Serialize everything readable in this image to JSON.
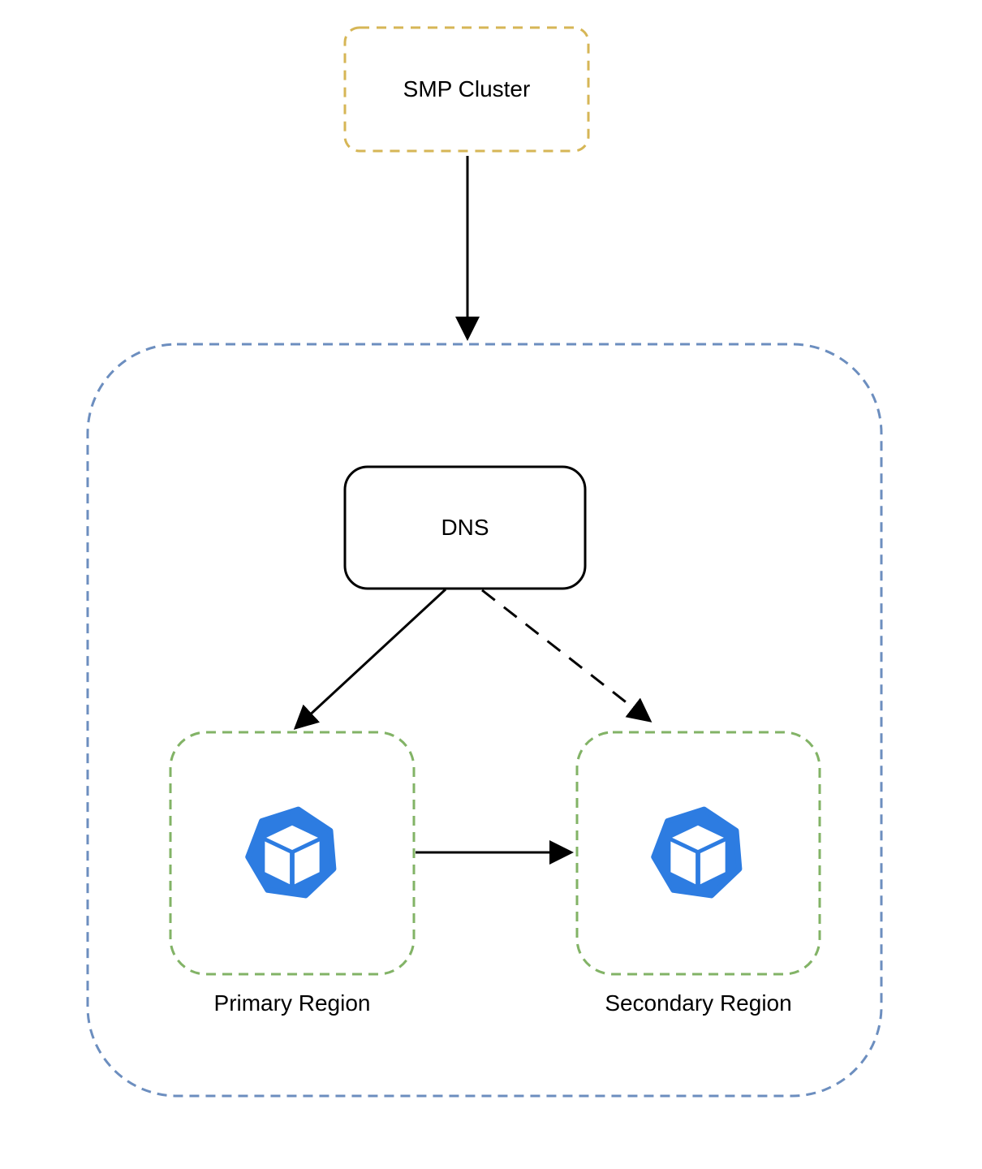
{
  "diagram": {
    "nodes": {
      "smp_cluster": "SMP Cluster",
      "dns": "DNS",
      "primary_region": "Primary Region",
      "secondary_region": "Secondary Region"
    },
    "edges": [
      {
        "from": "smp_cluster",
        "to": "dns_container",
        "style": "solid",
        "label": ""
      },
      {
        "from": "dns",
        "to": "primary_region",
        "style": "solid",
        "label": ""
      },
      {
        "from": "dns",
        "to": "secondary_region",
        "style": "dashed",
        "label": ""
      },
      {
        "from": "primary_region",
        "to": "secondary_region",
        "style": "solid",
        "label": ""
      }
    ],
    "icons": [
      {
        "name": "heptagon-cube-icon",
        "location": "primary_region"
      },
      {
        "name": "heptagon-cube-icon",
        "location": "secondary_region"
      }
    ]
  },
  "colors": {
    "background": "#FFFFFF",
    "smp_cluster_border": "#D6B656",
    "container_border": "#6C8EBF",
    "region_border": "#82B366",
    "dns_border": "#000000",
    "arrow": "#000000",
    "text": "#000000",
    "icon_blue": "#2D7CE1",
    "icon_cube_fill": "#FFFFFF"
  }
}
